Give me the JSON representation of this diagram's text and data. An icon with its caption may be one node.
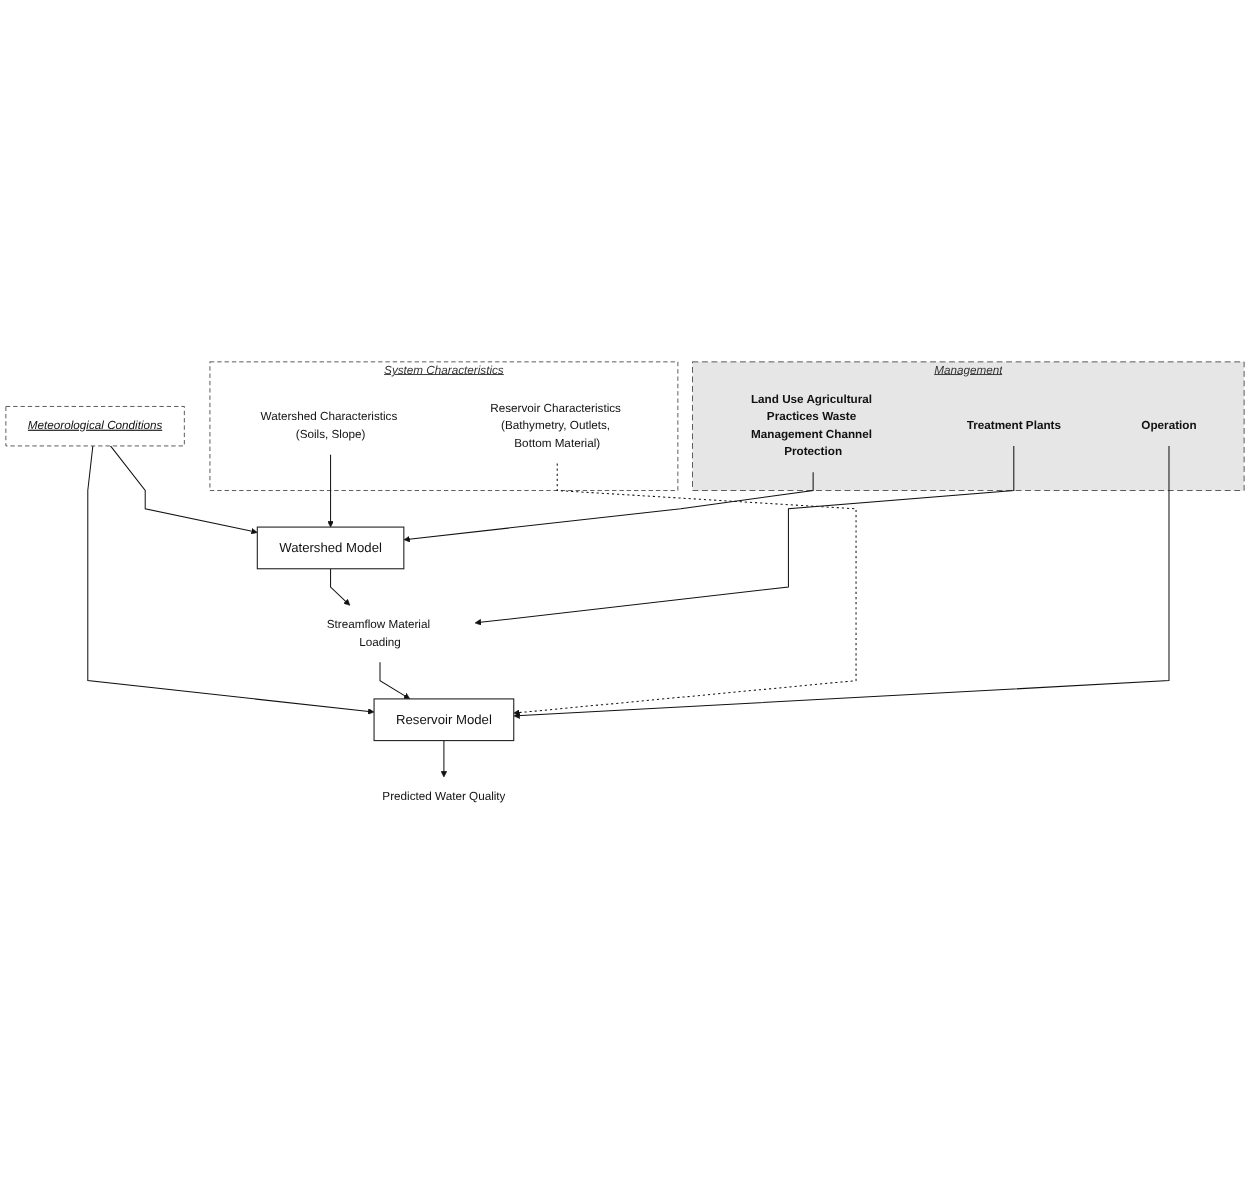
{
  "diagram": {
    "nodes": [
      {
        "text": [
          "System Characteristics"
        ]
      },
      {
        "text": [
          "Watershed Characteristics (Soils, Slope)"
        ],
        "in": 0
      },
      {
        "text": [
          "Reservoir Characteristics (Bathymetry, Outlets, Bottom Material)"
        ],
        "in": 0
      },
      {
        "text": [
          "Meteorological Conditions"
        ]
      },
      {
        "text": [
          "Management"
        ]
      },
      {
        "text": [
          "Land Use Agricultural Practices Waste Management Channel Protection"
        ],
        "in": 4
      },
      {
        "text": [
          "Treatment Plants"
        ],
        "in": 4
      },
      {
        "text": [
          "Operation"
        ],
        "in": 4
      },
      {
        "text": [
          "Watershed Model"
        ]
      },
      {
        "text": [
          "Streamflow Material Loading"
        ]
      },
      {
        "text": [
          "Reservoir Model"
        ]
      },
      {
        "text": [
          "Predicted Water Quality"
        ]
      }
    ],
    "edges": [
      {
        "from": 3,
        "to": 8,
        "arrow": "to"
      },
      {
        "from": 1,
        "to": 8,
        "arrow": "to"
      },
      {
        "from": 5,
        "to": 8,
        "arrow": "to"
      },
      {
        "from": 8,
        "to": 9,
        "arrow": "to"
      },
      {
        "from": 6,
        "to": 9,
        "arrow": "to"
      },
      {
        "from": 3,
        "to": 10,
        "arrow": "to"
      },
      {
        "from": 9,
        "to": 10,
        "arrow": "to"
      },
      {
        "from": 2,
        "to": 10,
        "arrow": "to",
        "style": "dashed"
      },
      {
        "from": 7,
        "to": 10,
        "arrow": "to"
      },
      {
        "from": 10,
        "to": 11,
        "arrow": "to"
      }
    ]
  }
}
